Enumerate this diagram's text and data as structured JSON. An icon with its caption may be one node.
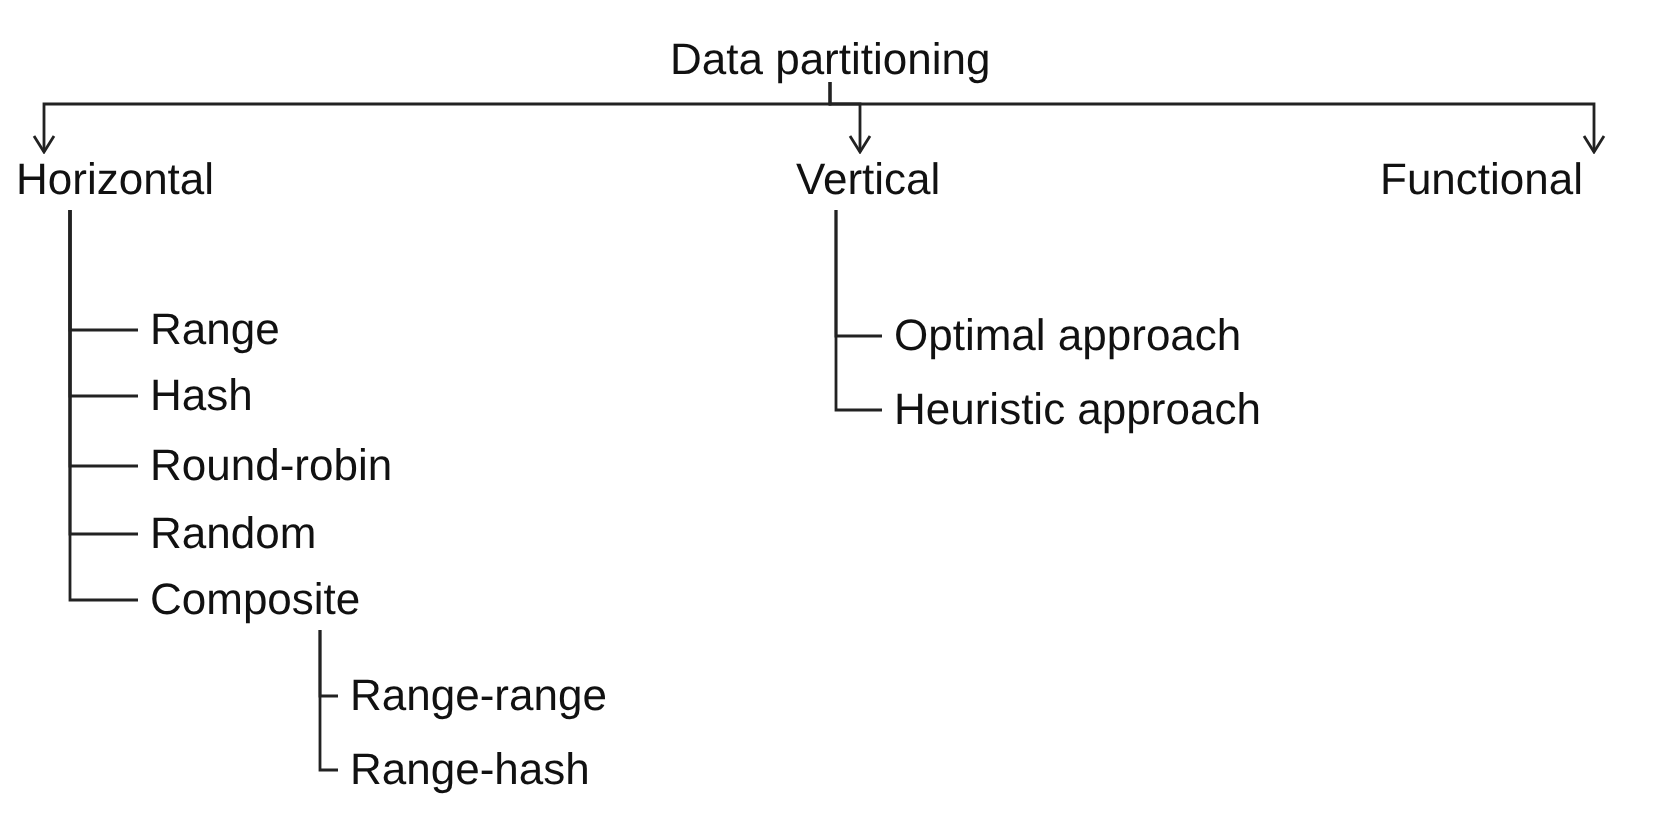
{
  "diagram": {
    "nodes": [
      {
        "text": [
          "Data partitioning"
        ]
      },
      {
        "text": [
          "Horizontal"
        ]
      },
      {
        "text": [
          "Vertical"
        ]
      },
      {
        "text": [
          "Functional"
        ]
      },
      {
        "text": [
          "Range"
        ]
      },
      {
        "text": [
          "Hash"
        ]
      },
      {
        "text": [
          "Round-robin"
        ]
      },
      {
        "text": [
          "Random"
        ]
      },
      {
        "text": [
          "Composite"
        ]
      },
      {
        "text": [
          "Range-range"
        ]
      },
      {
        "text": [
          "Range-hash"
        ]
      },
      {
        "text": [
          "Optimal approach"
        ]
      },
      {
        "text": [
          "Heuristic approach"
        ]
      }
    ],
    "edges": [
      {
        "from": 0,
        "to": 1,
        "arrow": "to"
      },
      {
        "from": 0,
        "to": 2,
        "arrow": "to"
      },
      {
        "from": 0,
        "to": 3,
        "arrow": "to"
      },
      {
        "from": 1,
        "to": 4,
        "arrow": "none"
      },
      {
        "from": 1,
        "to": 5,
        "arrow": "none"
      },
      {
        "from": 1,
        "to": 6,
        "arrow": "none"
      },
      {
        "from": 1,
        "to": 7,
        "arrow": "none"
      },
      {
        "from": 1,
        "to": 8,
        "arrow": "none"
      },
      {
        "from": 8,
        "to": 9,
        "arrow": "none"
      },
      {
        "from": 8,
        "to": 10,
        "arrow": "none"
      },
      {
        "from": 2,
        "to": 11,
        "arrow": "none"
      },
      {
        "from": 2,
        "to": 12,
        "arrow": "none"
      }
    ]
  }
}
